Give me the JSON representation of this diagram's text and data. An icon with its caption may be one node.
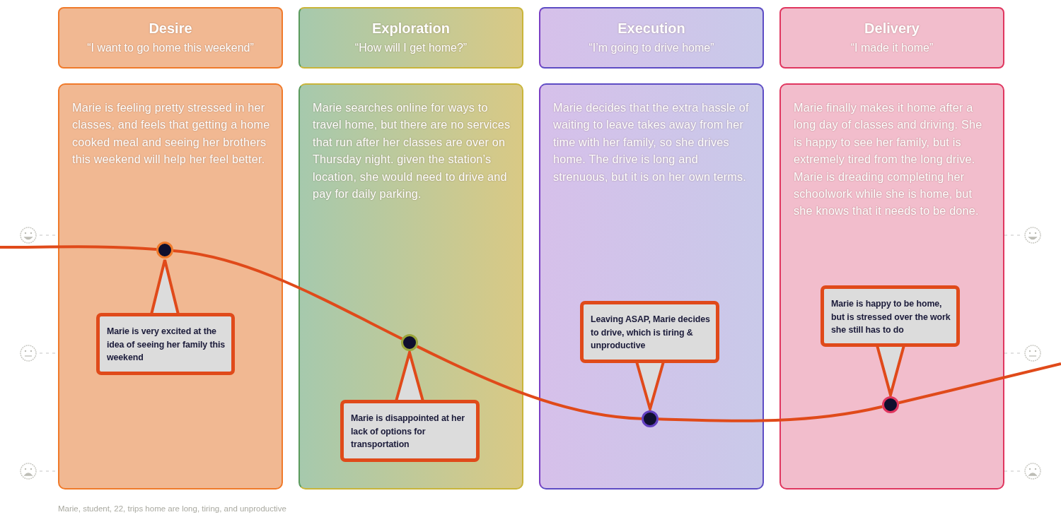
{
  "diagram": {
    "nodes": [
      {
        "text": [
          "Desire",
          "“I want to go home this weekend”"
        ]
      },
      {
        "text": [
          "Exploration",
          "“How will I get home?”"
        ]
      },
      {
        "text": [
          "Execution",
          "“I’m going to drive home”"
        ]
      },
      {
        "text": [
          "Delivery",
          "“I made it home”"
        ]
      },
      {
        "text": [
          "Marie is feeling pretty stressed in her classes, and feels that getting a home cooked meal and seeing her brothers this weekend will help her feel better."
        ]
      },
      {
        "text": [
          "Marie searches online for ways to travel home, but there are no services that run after her classes are over on Thursday night. given the station’s location, she would need to drive and pay for daily parking."
        ]
      },
      {
        "text": [
          "Marie decides that the extra hassle of waiting to leave takes away from her time with her family, so she drives home. The drive is long and strenuous, but it is on her own terms."
        ]
      },
      {
        "text": [
          "Marie finally makes it home after a long day of classes and driving. She is happy to see her family, but is extremely tired from the long drive. Marie is dreading completing her schoolwork while she is home, but she knows that it needs to be done."
        ]
      },
      {
        "text": [
          "Marie is very excited at the idea of seeing her family this weekend"
        ],
        "in": 4
      },
      {
        "text": [
          "Marie is disappointed at her lack of options for transportation"
        ],
        "in": 5
      },
      {
        "text": [
          "Leaving ASAP, Marie decides to drive, which is tiring & unproductive"
        ],
        "in": 6
      },
      {
        "text": [
          "Marie is happy to be home, but is stressed over the work she still has to do"
        ],
        "in": 7
      },
      {
        "text": [],
        "shape": "circle",
        "in": 4
      },
      {
        "text": [],
        "shape": "circle",
        "in": 5
      },
      {
        "text": [],
        "shape": "circle",
        "in": 6
      },
      {
        "text": [],
        "shape": "circle",
        "in": 7
      }
    ],
    "edges": [
      {
        "from": null,
        "to": 12,
        "arrow": "none"
      },
      {
        "from": 12,
        "to": 13,
        "arrow": "none"
      },
      {
        "from": 13,
        "to": 14,
        "arrow": "none"
      },
      {
        "from": 14,
        "to": 15,
        "arrow": "none"
      },
      {
        "from": 15,
        "to": null,
        "arrow": "none"
      },
      {
        "from": 8,
        "to": 12,
        "arrow": "to"
      },
      {
        "from": 9,
        "to": 13,
        "arrow": "to"
      },
      {
        "from": 10,
        "to": 14,
        "arrow": "to"
      },
      {
        "from": 11,
        "to": 15,
        "arrow": "to"
      }
    ],
    "labels": [
      "Marie, student, 22, trips home are long, tiring, and unproductive"
    ]
  }
}
